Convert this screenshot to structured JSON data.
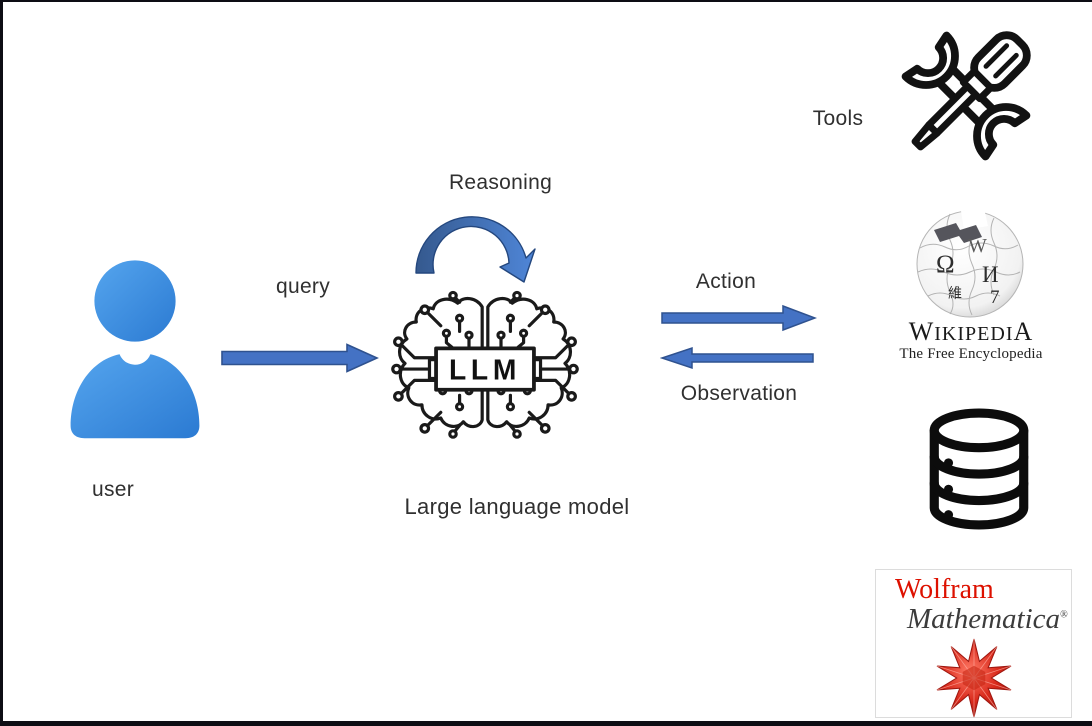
{
  "canvas": {
    "bg": "#ffffff",
    "frame_color": "#0d0d14"
  },
  "colors": {
    "arrow_fill": "#4472c4",
    "arrow_stroke": "#2f528f",
    "arc_dark": "#35598e",
    "arc_light": "#4f86d8",
    "user_blue_light": "#55a5ee",
    "user_blue_dark": "#2b7ad2",
    "icon_black": "#121212",
    "wolfram_red": "#dd1100"
  },
  "nodes": {
    "user": {
      "label": "user",
      "icon": "person-icon"
    },
    "llm": {
      "label": "Large language model",
      "chip_text": "LLM",
      "icon": "brain-circuit-icon"
    },
    "tools": {
      "label": "Tools",
      "icon": "wrench-screwdriver-icon"
    },
    "wikipedia": {
      "icon": "wikipedia-globe-icon",
      "wordmark_first": "W",
      "wordmark_middle": "IKIPEDI",
      "wordmark_last": "A",
      "tagline": "The Free Encyclopedia",
      "globe_glyphs": {
        "omega": "Ω",
        "w": "W",
        "i_cyrillic": "И",
        "wei": "維",
        "seven": "7"
      }
    },
    "database": {
      "icon": "database-icon"
    },
    "wolfram": {
      "line1": "Wolfram",
      "line2": "Mathematica",
      "reg_mark": "®",
      "icon": "spikey-icon"
    }
  },
  "edges": {
    "query": {
      "label": "query"
    },
    "reasoning": {
      "label": "Reasoning"
    },
    "action": {
      "label": "Action"
    },
    "observation": {
      "label": "Observation"
    }
  }
}
